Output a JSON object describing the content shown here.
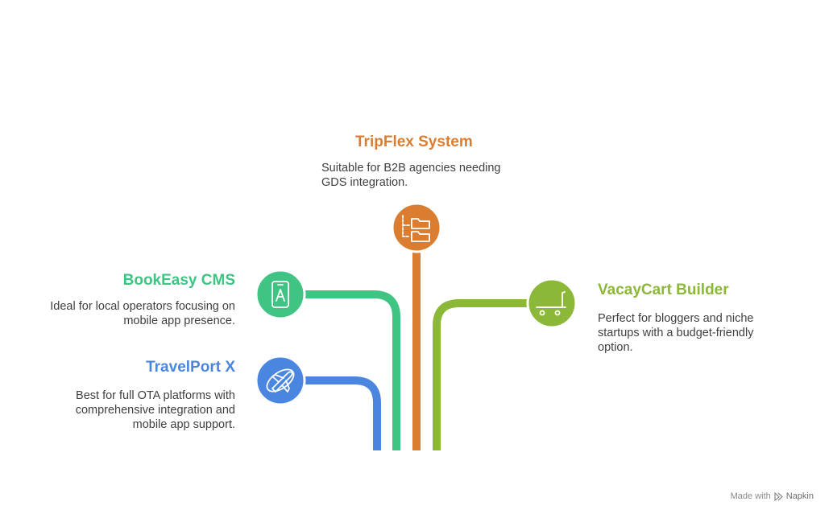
{
  "colors": {
    "travelport": "#4a86e0",
    "bookeasy": "#3fc483",
    "tripflex": "#db7d30",
    "vacaycart": "#8cb83a"
  },
  "nodes": {
    "tripflex": {
      "title": "TripFlex System",
      "description": "Suitable for B2B agencies needing GDS integration.",
      "icon": "folder-tree-icon"
    },
    "bookeasy": {
      "title": "BookEasy CMS",
      "description": "Ideal for local operators focusing on mobile app presence.",
      "icon": "mobile-app-icon"
    },
    "travelport": {
      "title": "TravelPort X",
      "description": "Best for full OTA platforms with comprehensive integration and mobile app support.",
      "icon": "airplane-icon"
    },
    "vacaycart": {
      "title": "VacayCart Builder",
      "description": "Perfect for bloggers and niche startups with a budget-friendly option.",
      "icon": "shopping-cart-icon"
    }
  },
  "footer": {
    "prefix": "Made with",
    "brand": "Napkin"
  }
}
